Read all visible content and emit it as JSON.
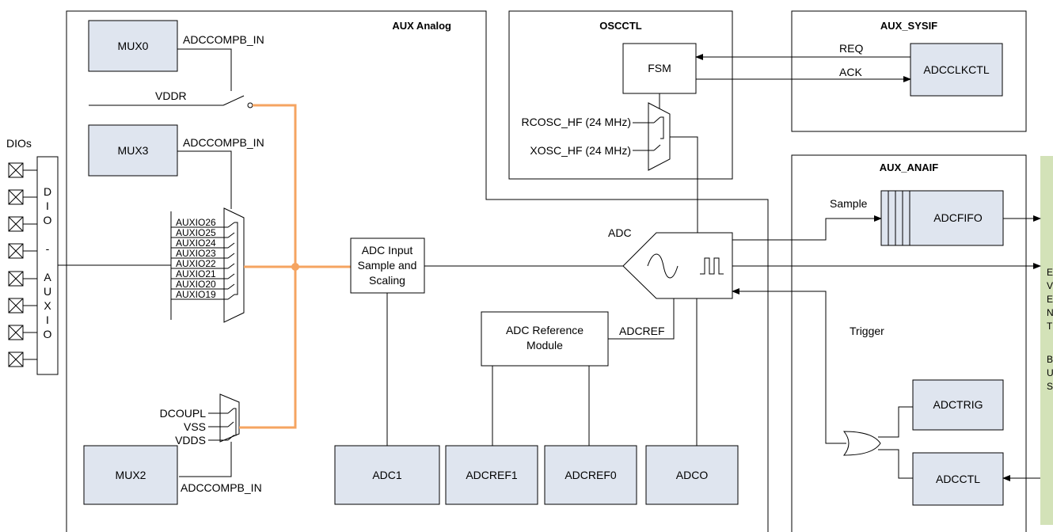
{
  "regions": {
    "aux_analog": "AUX Analog",
    "oscctl": "OSCCTL",
    "aux_sysif": "AUX_SYSIF",
    "aux_anaif": "AUX_ANAIF"
  },
  "dios": {
    "title": "DIOs",
    "label_chars": [
      "D",
      "I",
      "O",
      "-",
      "A",
      "U",
      "X",
      "I",
      "O"
    ]
  },
  "blocks": {
    "mux0": "MUX0",
    "mux3": "MUX3",
    "mux2": "MUX2",
    "adc1": "ADC1",
    "adcref1": "ADCREF1",
    "adcref0": "ADCREF0",
    "adco": "ADCO",
    "adcfifo": "ADCFIFO",
    "adcclkctl": "ADCCLKCTL",
    "adctrig": "ADCTRIG",
    "adcctl": "ADCCTL",
    "fsm": "FSM"
  },
  "adc_input": [
    "ADC Input",
    "Sample and",
    "Scaling"
  ],
  "adc_ref_module": [
    "ADC Reference",
    "Module"
  ],
  "labels": {
    "adccompb_in": "ADCCOMPB_IN",
    "vddr": "VDDR",
    "adc": "ADC",
    "adcref": "ADCREF",
    "sample": "Sample",
    "trigger": "Trigger",
    "req": "REQ",
    "ack": "ACK",
    "rcosc": "RCOSC_HF (24 MHz)",
    "xosc": "XOSC_HF (24 MHz)",
    "dcoupl": "DCOUPL",
    "vss": "VSS",
    "vdds": "VDDS"
  },
  "auxio_pins": [
    "AUXIO26",
    "AUXIO25",
    "AUXIO24",
    "AUXIO23",
    "AUXIO22",
    "AUXIO21",
    "AUXIO20",
    "AUXIO19"
  ],
  "event_bus_chars": [
    "E",
    "V",
    "E",
    "N",
    "T",
    "",
    "B",
    "U",
    "S"
  ],
  "colors": {
    "block_fill": "#dfe5ef",
    "analog_path": "#f5a461",
    "event_bus": "#d3e2b8"
  }
}
